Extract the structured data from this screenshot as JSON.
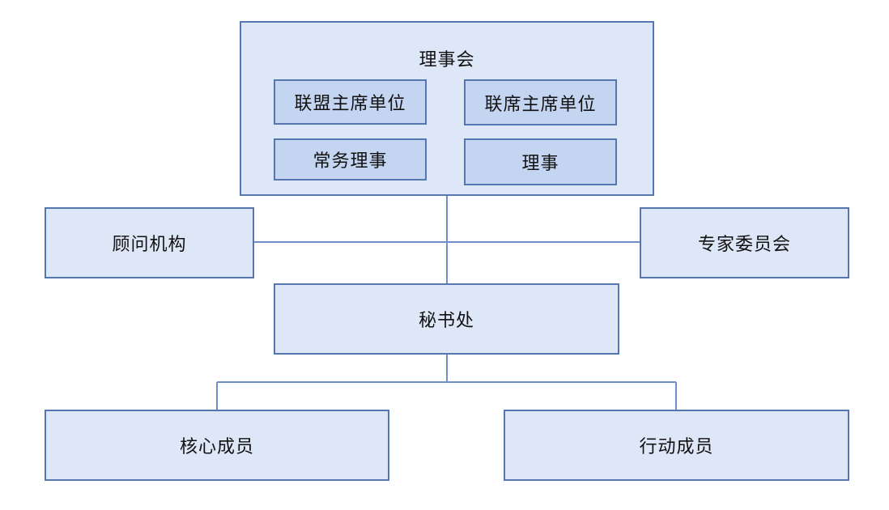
{
  "diagram": {
    "board": {
      "title": "理事会",
      "members": [
        "联盟主席单位",
        "联席主席单位",
        "常务理事",
        "理事"
      ]
    },
    "advisory": "顾问机构",
    "experts": "专家委员会",
    "secretariat": "秘书处",
    "core_members": "核心成员",
    "action_members": "行动成员"
  },
  "colors": {
    "box_fill": "#dde7f7",
    "inner_fill": "#c4d5f2",
    "border": "#5676b0",
    "connector": "#6f8fca"
  }
}
